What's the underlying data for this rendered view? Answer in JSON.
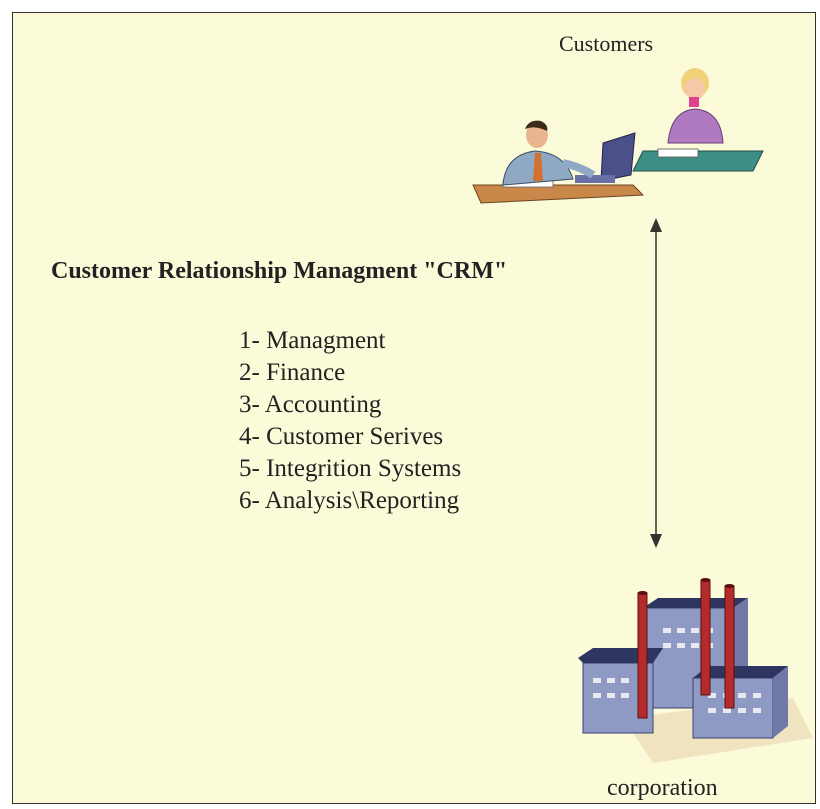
{
  "diagram": {
    "customers_label": "Customers",
    "title": "Customer Relationship Managment \"CRM\"",
    "items": [
      "1- Managment",
      "2- Finance",
      "3- Accounting",
      "4- Customer Serives",
      "5- Integrition Systems",
      "6- Analysis\\Reporting"
    ],
    "corporation_label": "corporation"
  },
  "colors": {
    "background": "#fbfbd9",
    "border": "#333333",
    "text": "#222222",
    "arrow": "#333333",
    "chimney": "#b52a2a",
    "building": "#8f9ac4"
  },
  "icons": {
    "customers_art": "people-at-desks-icon",
    "corporation_art": "factory-icon",
    "connector": "double-arrow-icon"
  }
}
